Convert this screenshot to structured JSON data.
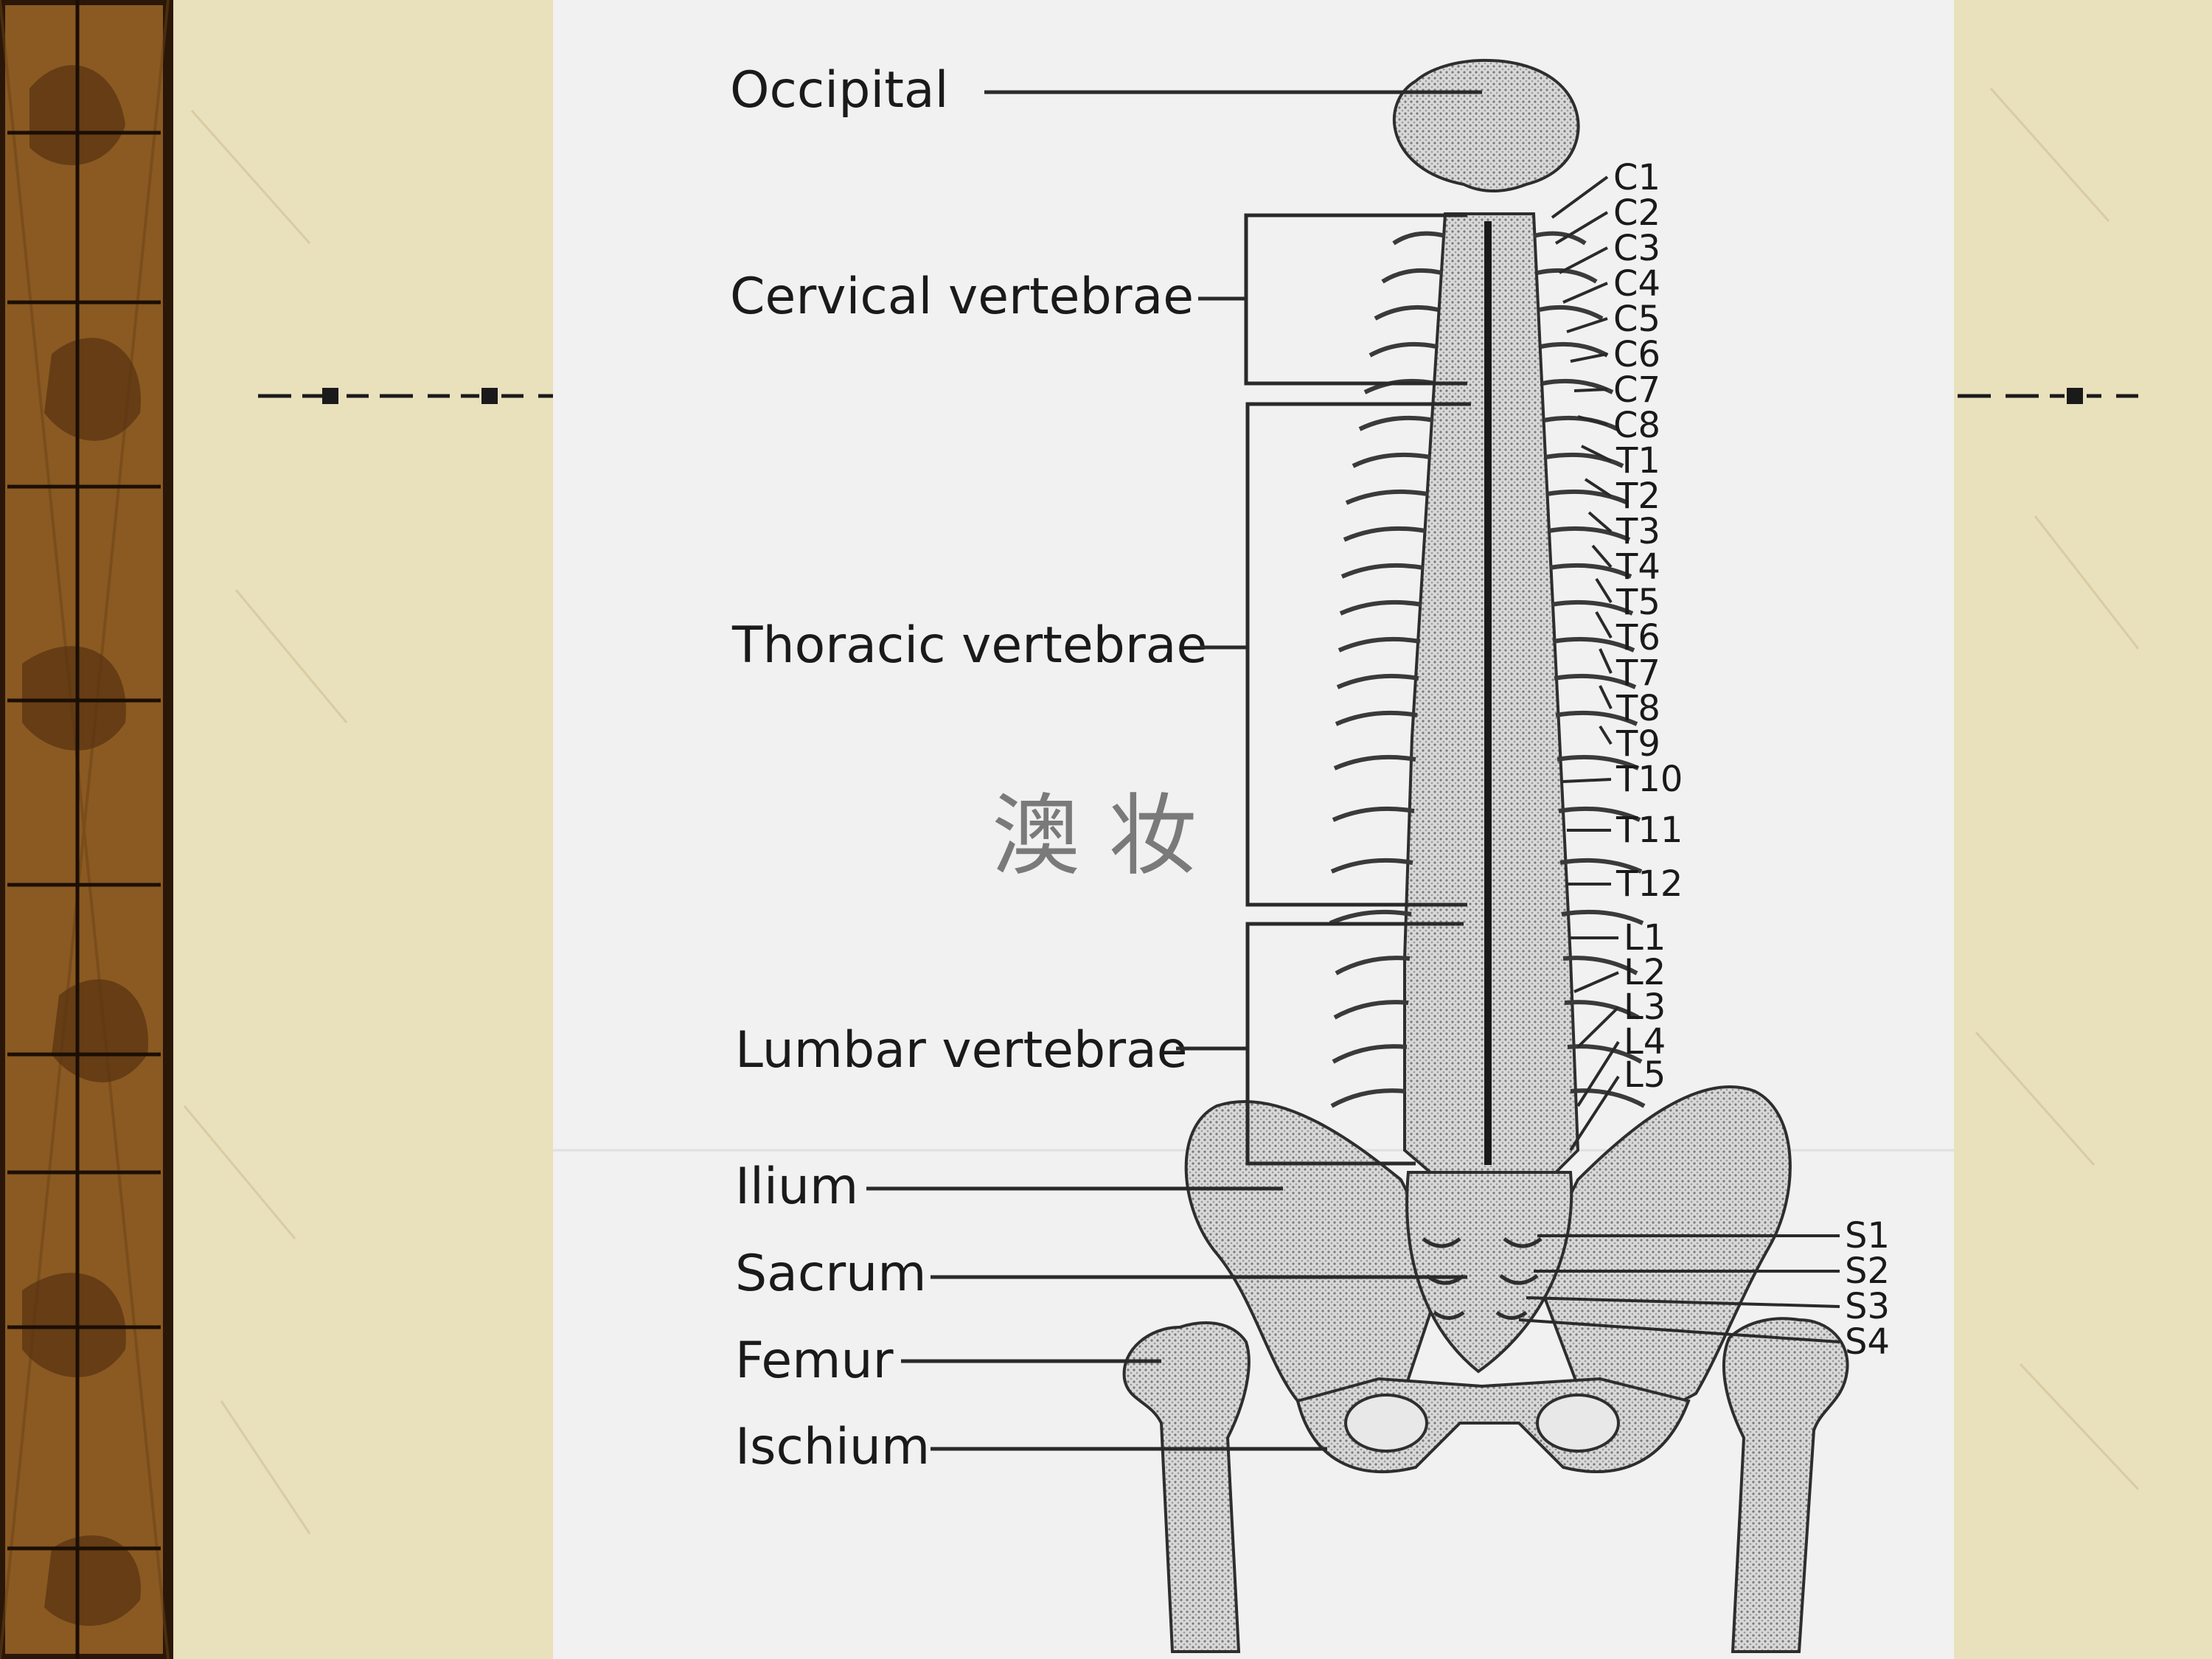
{
  "labels": {
    "occipital": "Occipital",
    "cervical": "Cervical vertebrae",
    "thoracic": "Thoracic vertebrae",
    "lumbar": "Lumbar vertebrae",
    "ilium": "Ilium",
    "sacrum": "Sacrum",
    "femur": "Femur",
    "ischium": "Ischium"
  },
  "segments": {
    "cervical": [
      "C1",
      "C2",
      "C3",
      "C4",
      "C5",
      "C6",
      "C7",
      "C8"
    ],
    "thoracic": [
      "T1",
      "T2",
      "T3",
      "T4",
      "T5",
      "T6",
      "T7",
      "T8",
      "T9",
      "T10",
      "T11",
      "T12"
    ],
    "lumbar": [
      "L1",
      "L2",
      "L3",
      "L4",
      "L5"
    ],
    "sacral": [
      "S1",
      "S2",
      "S3",
      "S4"
    ]
  },
  "watermark": "澳 妆",
  "colors": {
    "wood": "#8a5a22",
    "parchment": "#e9e0bc",
    "paper": "#f1f1f1",
    "ink": "#1a1a1a",
    "bone": "#bdbdbd"
  }
}
